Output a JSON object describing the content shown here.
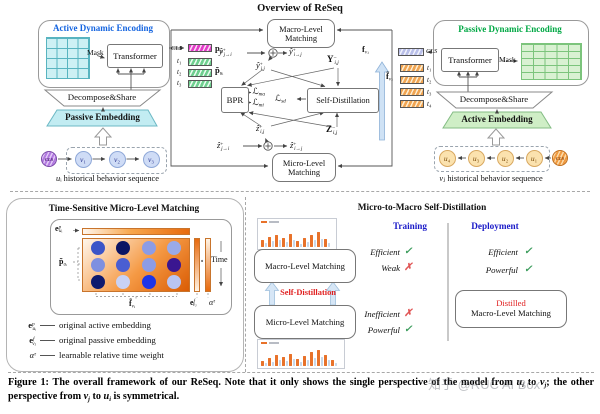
{
  "overview_title": "Overview of ReSeq",
  "active_encoder": {
    "title": "Active Dynamic Encoding",
    "mask": "Mask",
    "transformer": "Transformer"
  },
  "passive_encoder": {
    "title": "Passive Dynamic Encoding",
    "mask": "Mask",
    "transformer": "Transformer"
  },
  "left_stack": {
    "decompose": "Decompose&Share",
    "embedding": "Passive Embedding",
    "cls": "CLS",
    "v1": "<i>v</i>₁",
    "v2": "<i>v</i>₂",
    "v3": "<i>v</i>₃",
    "seq_label": "<i>u</i>ᵢ historical behavior sequence"
  },
  "right_stack": {
    "decompose": "Decompose&Share",
    "embedding": "Active Embedding",
    "cls": "CLS",
    "u4": "<i>u</i>₄",
    "u3": "<i>u</i>₃",
    "u2": "<i>u</i>₂",
    "u1": "<i>u</i>₁",
    "seq_label": "<i>v</i>ⱼ historical behavior sequence"
  },
  "tokens": {
    "left": {
      "cls_label": "CLS",
      "p": "<b>p</b><sub><i>u</i>ᵢ</sub>",
      "p_tilde": "<b>p̃</b><sub><i>u</i>ᵢ</sub>",
      "t1": "<i>t</i>₁",
      "t2": "<i>t</i>₂",
      "t3": "<i>t</i>₃"
    },
    "right": {
      "cls_label": "CLS",
      "f": "<b>f</b><sub><i>v</i>ⱼ</sub>",
      "f_tilde": "<b>f̃</b><sub><i>v</i>ⱼ</sub>",
      "t1": "<i>t</i>₁",
      "t2": "<i>t</i>₂",
      "t3": "<i>t</i>₃",
      "t4": "<i>t</i>₄"
    }
  },
  "middle": {
    "macro": "Macro-Level<br>Matching",
    "micro": "Micro-Level<br>Matching",
    "bpr": "BPR",
    "self_distillation": "Self-Distillation",
    "loss_ma": "ℒ<sub><i>ma</i></sub>",
    "loss_mi": "ℒ<sub><i>mi</i></sub>",
    "loss_sd": "ℒ<sub><i>sd</i></sub>",
    "y_ji": "<i>ŷ</i><sup>+</sup><sub><i>j→i</i></sub>",
    "y_ij_dir": "<i>ŷ</i><sup>+</sup><sub><i>i→j</i></sub>",
    "y_ij": "<i>ŷ</i><sup>+</sup><sub><i>i,j</i></sub>",
    "y_neg": "<b>Y</b><sup>−</sup><sub><i>i,j</i></sub>",
    "z_ji": "<i>ẑ</i><sup>+</sup><sub><i>j→i</i></sub>",
    "z_ij_dir": "<i>ẑ</i><sup>+</sup><sub><i>i→j</i></sub>",
    "z_ij": "<i>ẑ</i><sup>+</sup><sub><i>i,j</i></sub>",
    "z_neg": "<b>Z</b><sup>−</sup><sub><i>i,j</i></sub>"
  },
  "micro_panel": {
    "title": "Time-Sensitive Micro-Level Matching",
    "e_p": "<b>e</b><sup><i>p</i></sup><sub><i>u</i>ᵢ</sub>",
    "p_tilde": "<b>p̃</b><sub><i>u</i>ᵢ</sub>",
    "f_tilde": "<b>f̃</b><sub><i>v</i>ⱼ</sub>",
    "e_f": "<b>e</b><sup><i>f</i></sup><sub><i>v</i>ⱼ</sub>",
    "alpha": "<i>α</i><sup><i>τ</i></sup>",
    "hadamard": "∘",
    "time_label": "Time",
    "dot_colors": [
      "#3b55c8",
      "#0b1464",
      "#8c9ce6",
      "#9aaae8",
      "#7e90e0",
      "#4a5ed2",
      "#8c9ce6",
      "#3a1690",
      "#0e1a6e",
      "#c9d2f4",
      "#1d35e6",
      "#b9c4f2"
    ],
    "legend": [
      {
        "symbol": "<b>e</b><sup><i>p</i></sup><sub><i>u</i>ᵢ</sub>",
        "desc": "original active embedding"
      },
      {
        "symbol": "<b>e</b><sup><i>f</i></sup><sub><i>v</i>ⱼ</sub>",
        "desc": "original passive embedding"
      },
      {
        "symbol": "<i>α</i><sup><i>τ</i></sup>",
        "desc": "learnable relative time weight"
      }
    ]
  },
  "distill_panel": {
    "title": "Micro-to-Macro Self-Distillation",
    "macro_box": "Macro-Level Matching",
    "micro_box": "Micro-Level Matching",
    "self_distillation": "Self-Distillation",
    "training_header": "Training",
    "deployment_header": "Deployment",
    "training_rows": [
      {
        "label": "Efficient",
        "mark": "✓"
      },
      {
        "label": "Weak",
        "mark": "✗"
      },
      {
        "label": "Inefficient",
        "mark": "✗"
      },
      {
        "label": "Powerful",
        "mark": "✓"
      }
    ],
    "deployment_rows": [
      {
        "label": "Efficient",
        "mark": "✓"
      },
      {
        "label": "Powerful",
        "mark": "✓"
      }
    ],
    "distilled_line1": "Distilled",
    "distilled_line2": "Macro-Level Matching",
    "thumb1_bars": [
      7,
      10,
      12,
      9,
      13,
      6,
      9,
      12,
      15,
      8
    ],
    "thumb2_bars": [
      5,
      8,
      11,
      9,
      12,
      7,
      10,
      14,
      16,
      11,
      6
    ]
  },
  "caption_html": "Figure 1: The overall framework of our ReSeq. Note that it only shows the single perspective of the model from <i>u</i><sub><i>i</i></sub> to <i>v</i><sub><i>j</i></sub>; the other perspective from <i>v</i><sub><i>j</i></sub> to <i>u</i><sub><i>i</i></sub> is symmetrical.",
  "watermark": "知乎 @RUC AI Box",
  "colors": {
    "active_title": "#1565e0",
    "passive_title": "#00a844",
    "header_blue": "#1a1ac8",
    "distill_red": "#e02020",
    "check_green": "#3f9e5f",
    "cross_red": "#e05555",
    "bar_orange": "#e8722a",
    "matrix_orange": "#e76a0e",
    "cyan": "#cdf0f4",
    "green": "#d9f1d2"
  }
}
